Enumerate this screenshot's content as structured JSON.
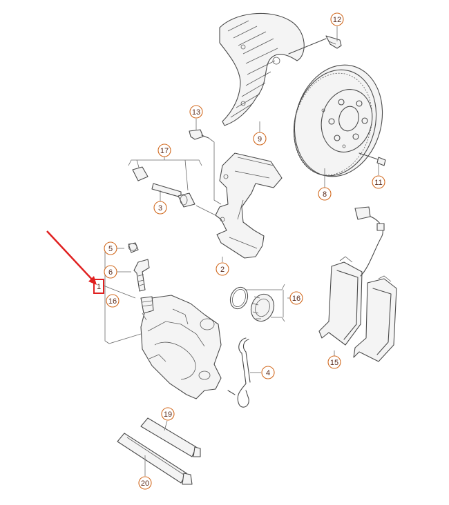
{
  "diagram": {
    "callouts": [
      {
        "id": "c12",
        "label": "12"
      },
      {
        "id": "c13",
        "label": "13"
      },
      {
        "id": "c9",
        "label": "9"
      },
      {
        "id": "c17",
        "label": "17"
      },
      {
        "id": "c3",
        "label": "3"
      },
      {
        "id": "c11",
        "label": "11"
      },
      {
        "id": "c8",
        "label": "8"
      },
      {
        "id": "c5",
        "label": "5"
      },
      {
        "id": "c6",
        "label": "6"
      },
      {
        "id": "c1",
        "label": "1"
      },
      {
        "id": "c16a",
        "label": "16"
      },
      {
        "id": "c2",
        "label": "2"
      },
      {
        "id": "c16b",
        "label": "16"
      },
      {
        "id": "c15",
        "label": "15"
      },
      {
        "id": "c4",
        "label": "4"
      },
      {
        "id": "c19",
        "label": "19"
      },
      {
        "id": "c20",
        "label": "20"
      }
    ],
    "colors": {
      "callout_border": "#d2691e",
      "callout_text": "#5a2a1a",
      "line_art": "#4a4a4a",
      "pointer_arrow": "#e02020",
      "highlight_box": "#e02020"
    }
  }
}
